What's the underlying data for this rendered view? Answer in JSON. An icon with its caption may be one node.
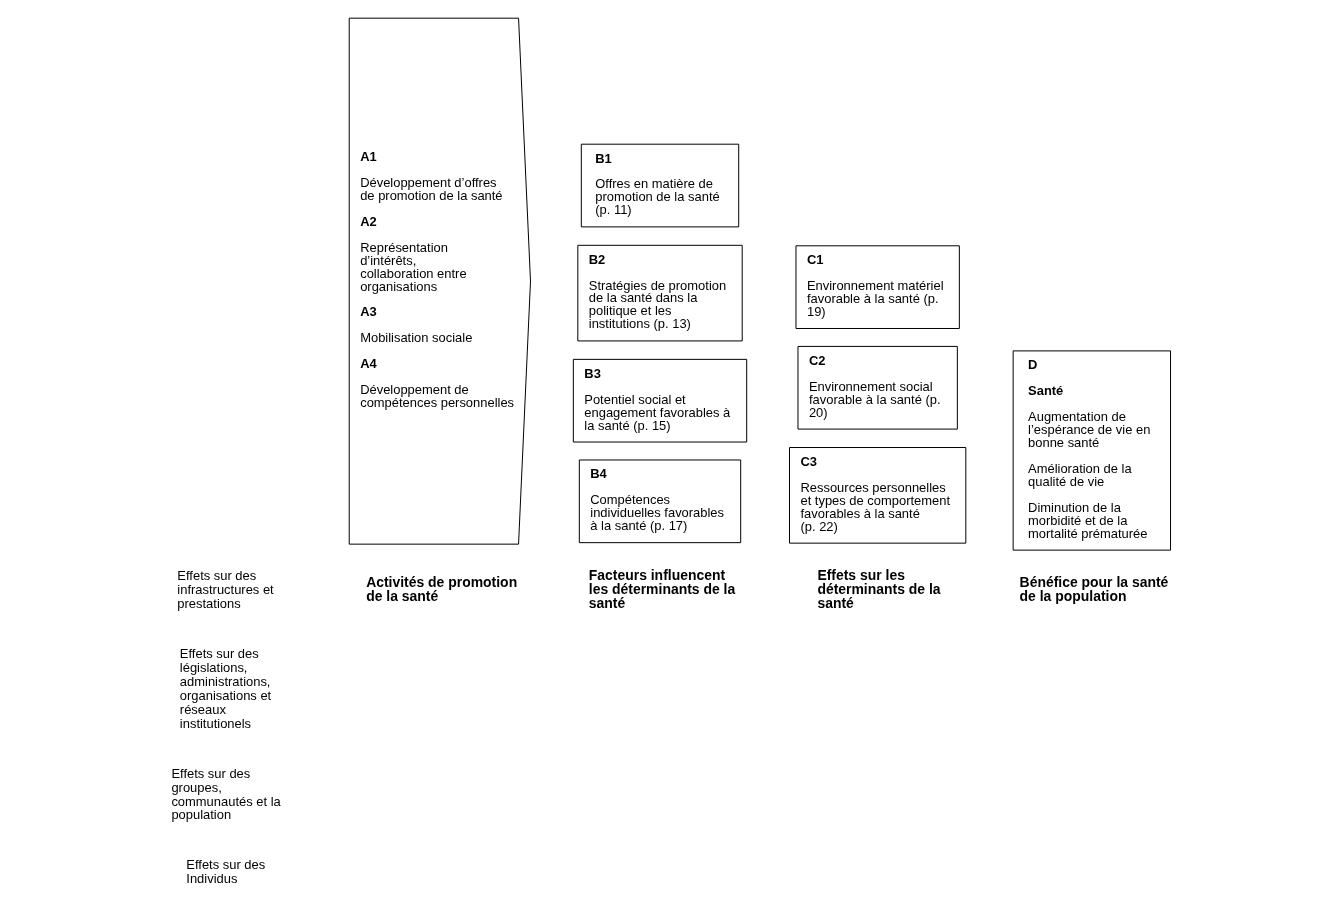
{
  "diagram": {
    "nodes": [
      {
        "text": [
          "A1",
          "Développement d’offres de promotion de la santé",
          "A2",
          "Représentation d’intérêts, collaboration entre organisations",
          "A3",
          "Mobilisation sociale",
          "A4",
          "Développement de compétences personnelles"
        ]
      },
      {
        "text": [
          "B1",
          "Offres en matière de promotion de la santé  (p. 11)"
        ]
      },
      {
        "text": [
          "B2",
          "Stratégies de promotion de la santé dans la politique et les institutions (p. 13)"
        ]
      },
      {
        "text": [
          "B3",
          "Potentiel social et engagement favorables à la santé (p. 15)"
        ]
      },
      {
        "text": [
          "B4",
          "Compétences individuelles favorables à la santé (p. 17)"
        ]
      },
      {
        "text": [
          "C1",
          "Environnement matériel favorable à la santé (p. 19)"
        ]
      },
      {
        "text": [
          "C2",
          "Environnement social favorable à la santé (p. 20)"
        ]
      },
      {
        "text": [
          "C3",
          "Ressources personnelles et types de comportement favorables à la santé (p. 22)"
        ]
      },
      {
        "text": [
          "D",
          "Santé",
          "Augmentation de l’espérance de vie en bonne santé",
          "Amélioration de la qualité de vie",
          "Diminution de la morbidité et de la mortalité prématurée"
        ]
      }
    ],
    "edges": [],
    "labels": [
      "Activités de promotion de la santé",
      "Facteurs influencent les déterminants de la santé",
      "Effets sur les déterminants de la santé",
      "Bénéfice pour la santé de la population",
      "Effets sur des infrastructures et prestations",
      "Effets sur des législations, administrations, organisations et réseaux institutionels",
      "Effets sur des groupes, communautés et la population",
      "Effets sur des Individus"
    ]
  }
}
